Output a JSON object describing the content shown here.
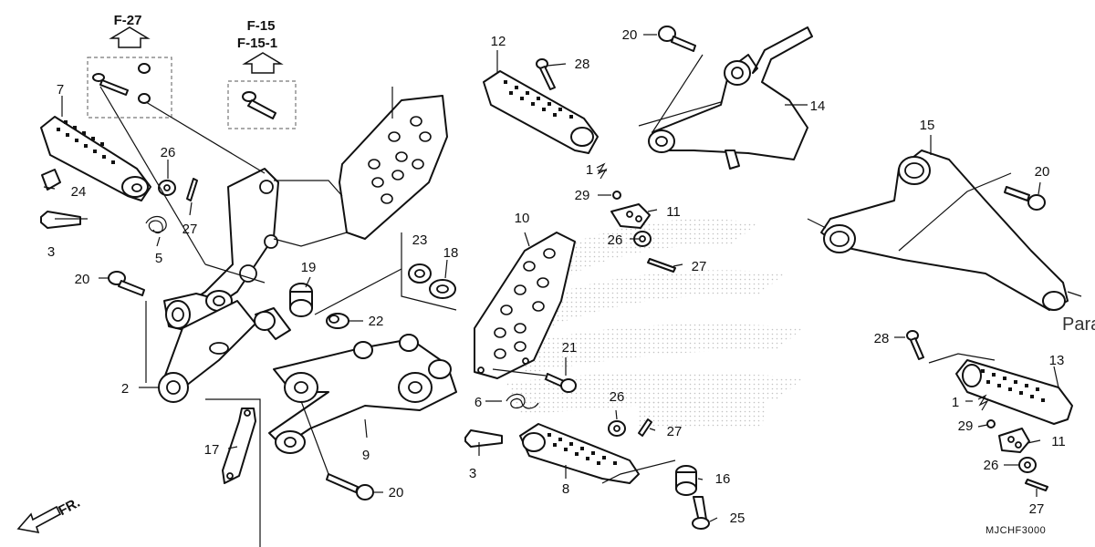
{
  "references": {
    "ref_a": "F-27",
    "ref_b": "F-15",
    "ref_c": "F-15-1"
  },
  "callouts": {
    "c1a": "1",
    "c1b": "1",
    "c2": "2",
    "c3a": "3",
    "c3b": "3",
    "c5": "5",
    "c6": "6",
    "c7": "7",
    "c8": "8",
    "c9": "9",
    "c10": "10",
    "c11a": "11",
    "c11b": "11",
    "c12": "12",
    "c13": "13",
    "c14": "14",
    "c15": "15",
    "c16": "16",
    "c17": "17",
    "c18": "18",
    "c19": "19",
    "c20a": "20",
    "c20b": "20",
    "c20c": "20",
    "c20d": "20",
    "c21": "21",
    "c22": "22",
    "c23": "23",
    "c24": "24",
    "c25": "25",
    "c26a": "26",
    "c26b": "26",
    "c26c": "26",
    "c26d": "26",
    "c27a": "27",
    "c27b": "27",
    "c27c": "27",
    "c27d": "27",
    "c28a": "28",
    "c28b": "28",
    "c29a": "29",
    "c29b": "29"
  },
  "front_label": "FR.",
  "diagram_code": "MJCHF3000",
  "watermark": "Para",
  "colors": {
    "ink": "#111111",
    "background": "#ffffff",
    "watermark_dots": "#9a9a9a"
  }
}
